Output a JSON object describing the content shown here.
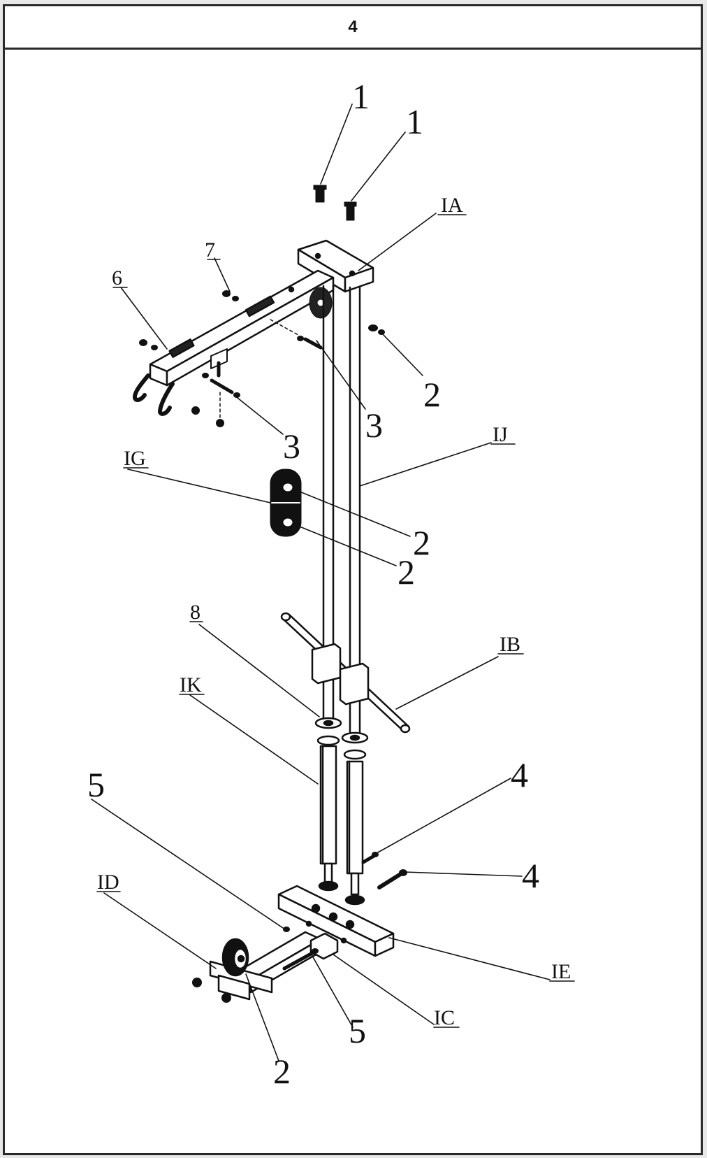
{
  "step_header": "4",
  "callouts": [
    {
      "id": "c1a",
      "text": "1"
    },
    {
      "id": "c1b",
      "text": "1"
    },
    {
      "id": "cIA",
      "text": "IA"
    },
    {
      "id": "c7",
      "text": "7"
    },
    {
      "id": "c6",
      "text": "6"
    },
    {
      "id": "c2a",
      "text": "2"
    },
    {
      "id": "c3a",
      "text": "3"
    },
    {
      "id": "c3b",
      "text": "3"
    },
    {
      "id": "cIJ",
      "text": "IJ"
    },
    {
      "id": "cIG",
      "text": "IG"
    },
    {
      "id": "c2b",
      "text": "2"
    },
    {
      "id": "c2c",
      "text": "2"
    },
    {
      "id": "c8",
      "text": "8"
    },
    {
      "id": "cIB",
      "text": "IB"
    },
    {
      "id": "cIK",
      "text": "IK"
    },
    {
      "id": "c5a",
      "text": "5"
    },
    {
      "id": "c4a",
      "text": "4"
    },
    {
      "id": "c4b",
      "text": "4"
    },
    {
      "id": "cID",
      "text": "ID"
    },
    {
      "id": "cIE",
      "text": "IE"
    },
    {
      "id": "cIC",
      "text": "IC"
    },
    {
      "id": "c5b",
      "text": "5"
    },
    {
      "id": "c2d",
      "text": "2"
    }
  ]
}
